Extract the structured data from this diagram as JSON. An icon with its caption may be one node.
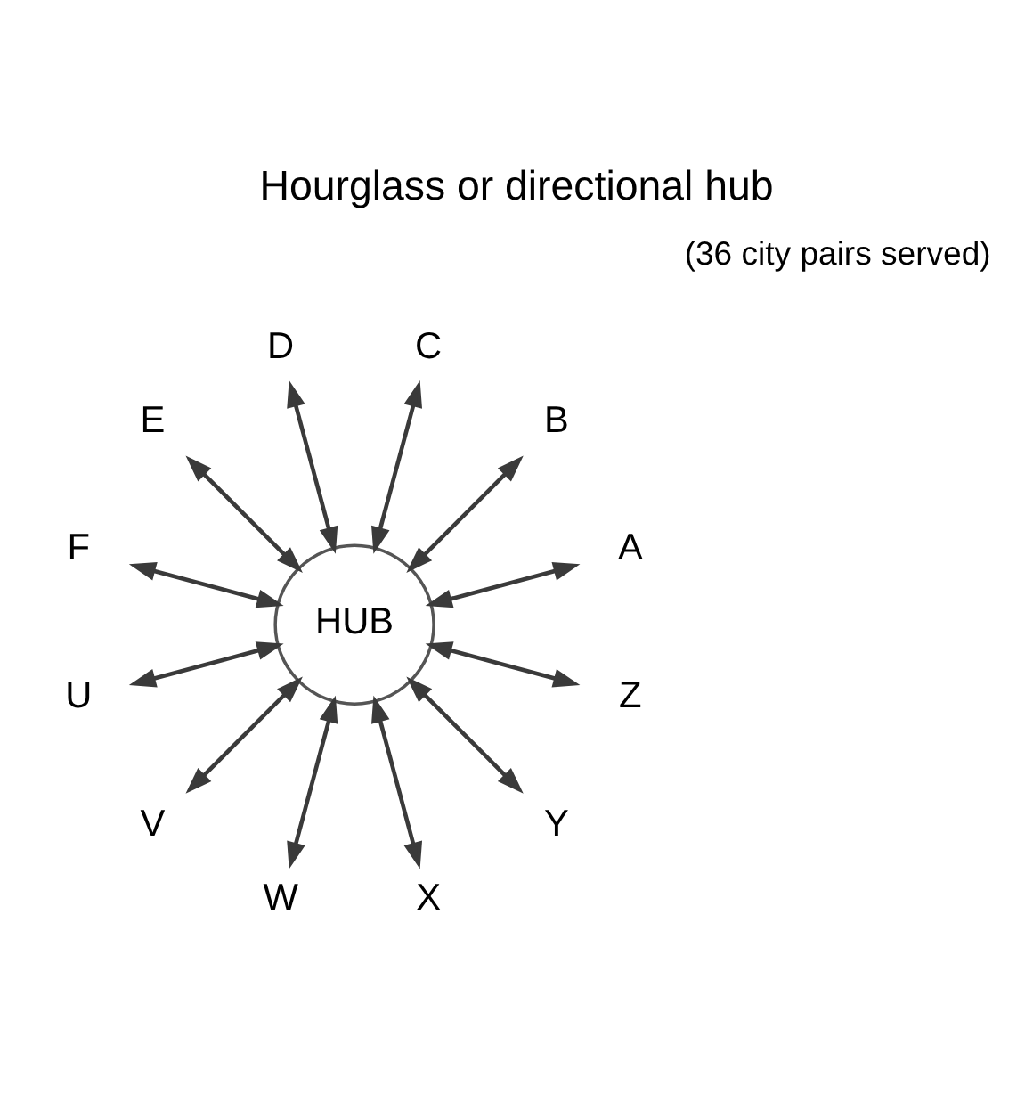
{
  "diagram": {
    "title": "Hourglass or directional hub",
    "nodes": [
      {
        "text": [
          "HUB"
        ]
      },
      {
        "text": [
          "A"
        ]
      },
      {
        "text": [
          "B"
        ]
      },
      {
        "text": [
          "C"
        ]
      },
      {
        "text": [
          "D"
        ]
      },
      {
        "text": [
          "E"
        ]
      },
      {
        "text": [
          "F"
        ]
      },
      {
        "text": [
          "U"
        ]
      },
      {
        "text": [
          "V"
        ]
      },
      {
        "text": [
          "W"
        ]
      },
      {
        "text": [
          "X"
        ]
      },
      {
        "text": [
          "Y"
        ]
      },
      {
        "text": [
          "Z"
        ]
      }
    ],
    "edges": [
      {
        "from": 0,
        "to": 1,
        "arrow": "both"
      },
      {
        "from": 0,
        "to": 2,
        "arrow": "both"
      },
      {
        "from": 0,
        "to": 3,
        "arrow": "both"
      },
      {
        "from": 0,
        "to": 4,
        "arrow": "both"
      },
      {
        "from": 0,
        "to": 5,
        "arrow": "both"
      },
      {
        "from": 0,
        "to": 6,
        "arrow": "both"
      },
      {
        "from": 0,
        "to": 7,
        "arrow": "both"
      },
      {
        "from": 0,
        "to": 8,
        "arrow": "both"
      },
      {
        "from": 0,
        "to": 9,
        "arrow": "both"
      },
      {
        "from": 0,
        "to": 10,
        "arrow": "both"
      },
      {
        "from": 0,
        "to": 11,
        "arrow": "both"
      },
      {
        "from": 0,
        "to": 12,
        "arrow": "both"
      }
    ],
    "labels": [
      "(36 city pairs served)"
    ]
  }
}
